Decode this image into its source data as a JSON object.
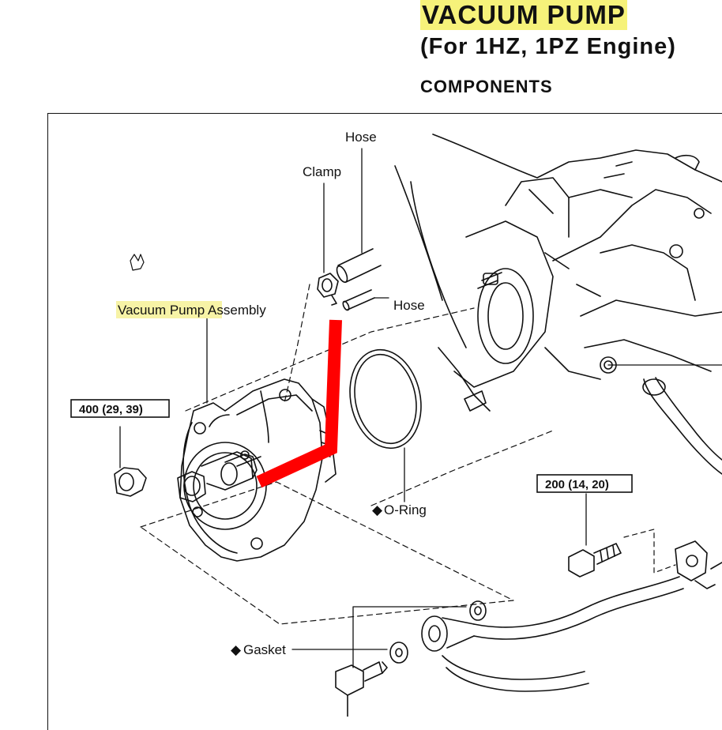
{
  "header": {
    "title": "VACUUM PUMP",
    "subtitle": "(For 1HZ, 1PZ Engine)",
    "section": "COMPONENTS"
  },
  "labels": {
    "hose_top": "Hose",
    "clamp": "Clamp",
    "hose_small": "Hose",
    "vacuum_pump_highlight": "Vacuum Pump",
    "assembly": " Assembly",
    "o_ring": "O-Ring",
    "gasket": "Gasket"
  },
  "torque_specs": {
    "pump_nut": "400 (29, 39)",
    "bolt": "200 (14, 20)"
  },
  "colors": {
    "highlight": "#f6f27a",
    "annotation_line": "#ff0000",
    "ink": "#111111"
  }
}
